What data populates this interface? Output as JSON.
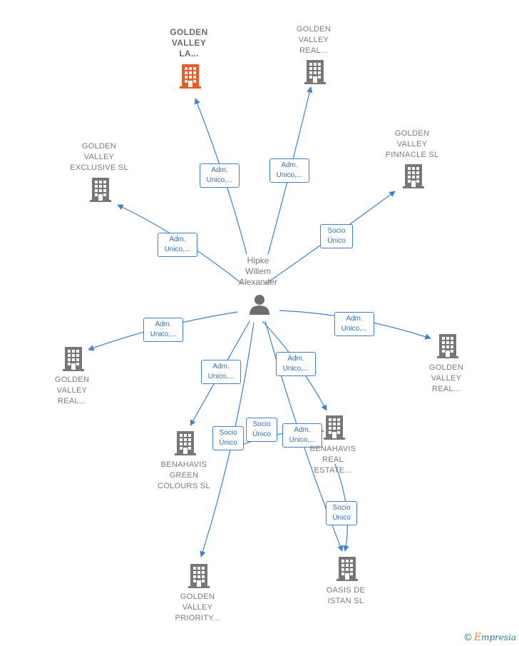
{
  "center": {
    "label": "Hipke\nWillem\nAlexander",
    "icon": "person-icon"
  },
  "nodes": [
    {
      "id": "golden-valley-la",
      "label": "GOLDEN\nVALLEY\nLA...",
      "highlight": true,
      "color": "#f05a22"
    },
    {
      "id": "golden-valley-real-top",
      "label": "GOLDEN\nVALLEY\nREAL...",
      "color": "#777777"
    },
    {
      "id": "golden-valley-pinnacle",
      "label": "GOLDEN\nVALLEY\nPINNACLE  SL",
      "color": "#777777"
    },
    {
      "id": "golden-valley-exclusive",
      "label": "GOLDEN\nVALLEY\nEXCLUSIVE  SL",
      "color": "#777777"
    },
    {
      "id": "golden-valley-real-left",
      "label": "GOLDEN\nVALLEY\nREAL...",
      "color": "#777777"
    },
    {
      "id": "golden-valley-real-right",
      "label": "GOLDEN\nVALLEY\nREAL...",
      "color": "#777777"
    },
    {
      "id": "benahavis-green",
      "label": "BENAHAVIS\nGREEN\nCOLOURS  SL",
      "color": "#777777"
    },
    {
      "id": "benahavis-real",
      "label": "BENAHAVIS\nREAL\nESTATE...",
      "color": "#777777"
    },
    {
      "id": "golden-valley-priority",
      "label": "GOLDEN\nVALLEY\nPRIORITY...",
      "color": "#777777"
    },
    {
      "id": "oasis-de-istan",
      "label": "OASIS DE\nISTAN  SL",
      "color": "#777777"
    }
  ],
  "edges": [
    {
      "to": "golden-valley-la",
      "label": "Adm.\nUnico,..."
    },
    {
      "to": "golden-valley-real-top",
      "label": "Adm.\nUnico,..."
    },
    {
      "to": "golden-valley-pinnacle",
      "label": "Socio\nÚnico"
    },
    {
      "to": "golden-valley-exclusive",
      "label": "Adm.\nUnico,..."
    },
    {
      "to": "golden-valley-real-left",
      "label": "Adm.\nUnico,..."
    },
    {
      "to": "golden-valley-real-right",
      "label": "Adm.\nUnico,..."
    },
    {
      "to": "benahavis-green",
      "label": "Adm.\nUnico,..."
    },
    {
      "to": "benahavis-real",
      "label": "Adm.\nUnico,..."
    },
    {
      "to": "golden-valley-priority",
      "label": "Socio\nÚnico"
    },
    {
      "to": "benahavis-real",
      "label": "Socio\nÚnico"
    },
    {
      "to": "oasis-de-istan",
      "label": "Adm.\nUnico,..."
    },
    {
      "from": "benahavis-real",
      "to": "oasis-de-istan",
      "label": "Socio\nÚnico"
    }
  ],
  "colors": {
    "edge": "#3b82d6",
    "building": "#777777",
    "highlight": "#f05a22"
  },
  "footer": {
    "copyright": "©",
    "brand_initial": "E",
    "brand_rest": "mpresia"
  }
}
